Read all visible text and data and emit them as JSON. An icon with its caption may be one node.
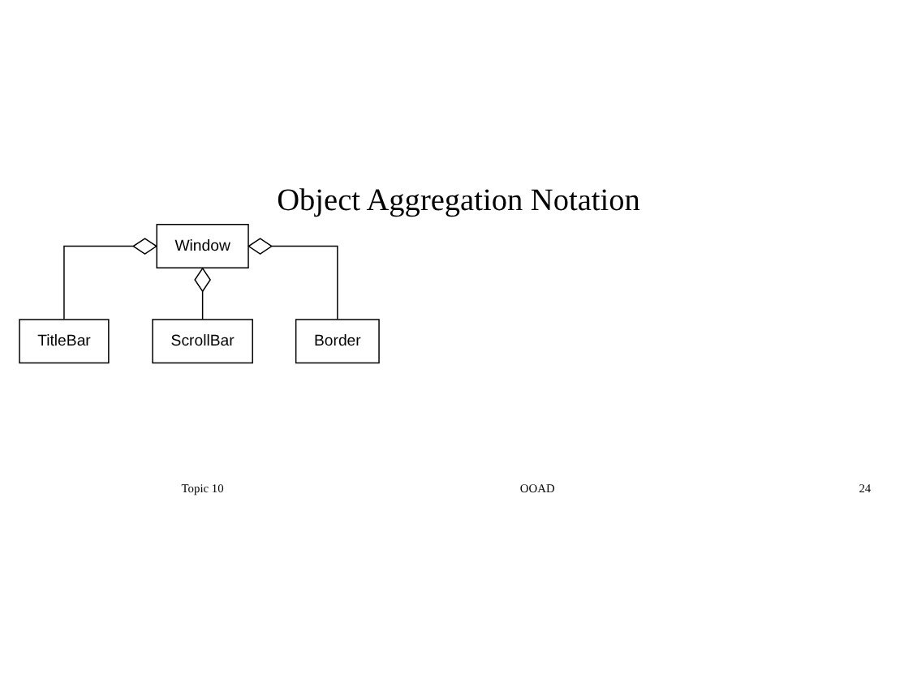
{
  "diagram": {
    "title": "Object Aggregation Notation",
    "nodes": [
      {
        "text": [
          "Window"
        ]
      },
      {
        "text": [
          "TitleBar"
        ]
      },
      {
        "text": [
          "ScrollBar"
        ]
      },
      {
        "text": [
          "Border"
        ]
      }
    ],
    "edges": [
      {
        "from": 0,
        "to": 1,
        "arrow": "other"
      },
      {
        "from": 0,
        "to": 2,
        "arrow": "other"
      },
      {
        "from": 0,
        "to": 3,
        "arrow": "other"
      }
    ],
    "labels": [
      "Topic 10",
      "OOAD",
      "24"
    ]
  }
}
